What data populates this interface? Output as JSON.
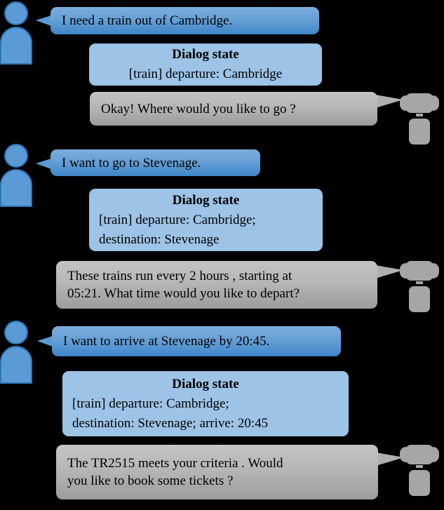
{
  "background_color": "#000000",
  "colors": {
    "user_bubble": "#5B9BD5",
    "user_bubble_dark": "#3E86C8",
    "system_bubble": "#B6B6B6",
    "dialog_state_bubble": "#9DC3E6",
    "avatar_user": "#5B9BD5",
    "avatar_user_outline": "#2E75B6",
    "avatar_robot": "#A6A6A6",
    "text": "#000000"
  },
  "icons": {
    "user_avatar": "person-icon",
    "system_avatar": "robot-icon"
  },
  "dialog_state_title": "Dialog state",
  "turns": [
    {
      "user_utterance": "I need a train out of Cambridge.",
      "dialog_state": {
        "title": "Dialog state",
        "lines": [
          "[train] departure: Cambridge"
        ]
      },
      "system_response": {
        "lines": [
          "Okay! Where would you like to go ?"
        ]
      }
    },
    {
      "user_utterance": "I want to go to Stevenage.",
      "dialog_state": {
        "title": "Dialog state",
        "lines": [
          "[train] departure: Cambridge;",
          "destination: Stevenage"
        ]
      },
      "system_response": {
        "lines": [
          "These trains run every 2 hours , starting at",
          "05:21. What time would you like to depart?"
        ]
      }
    },
    {
      "user_utterance": "I want to arrive at Stevenage by 20:45.",
      "dialog_state": {
        "title": "Dialog state",
        "lines": [
          "[train] departure: Cambridge;",
          "destination: Stevenage; arrive: 20:45"
        ]
      },
      "system_response": {
        "lines": [
          "The TR2515 meets your criteria . Would",
          "you like to book some tickets ?"
        ]
      }
    }
  ]
}
